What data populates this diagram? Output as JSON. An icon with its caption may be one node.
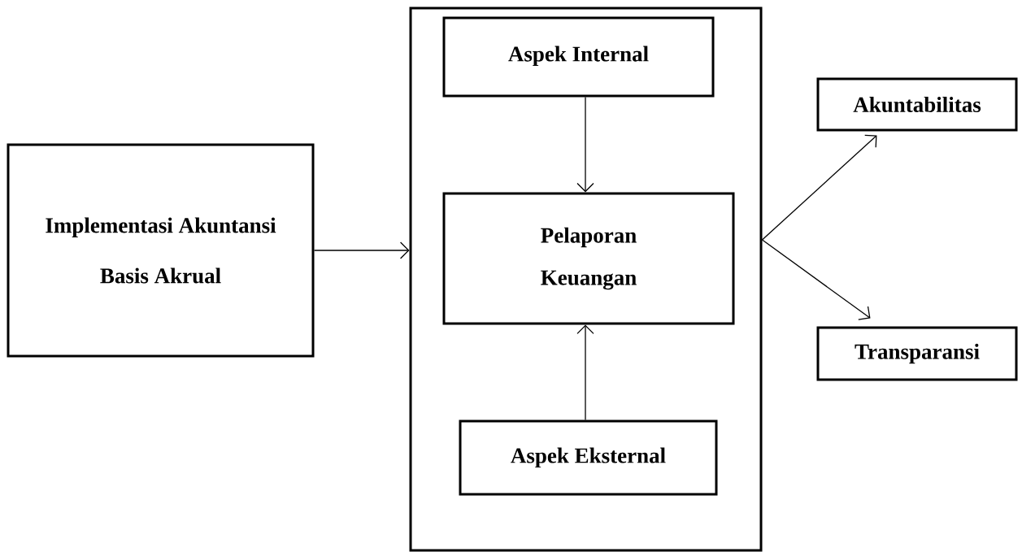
{
  "diagram": {
    "nodes": [
      {
        "text": [
          "Implementasi Akuntansi Basis Akrual"
        ]
      },
      {
        "text": [],
        "shape": "box"
      },
      {
        "text": [
          "Aspek Internal"
        ],
        "in": 1
      },
      {
        "text": [
          "Pelaporan Keuangan"
        ],
        "in": 1
      },
      {
        "text": [
          "Aspek Eksternal"
        ],
        "in": 1
      },
      {
        "text": [
          "Akuntabilitas"
        ]
      },
      {
        "text": [
          "Transparansi"
        ]
      }
    ],
    "edges": [
      {
        "from": 0,
        "to": 1,
        "arrow": "to"
      },
      {
        "from": 2,
        "to": 3,
        "arrow": "to"
      },
      {
        "from": 4,
        "to": 3,
        "arrow": "to"
      },
      {
        "from": 1,
        "to": 5,
        "arrow": "to"
      },
      {
        "from": 1,
        "to": 6,
        "arrow": "to"
      }
    ]
  }
}
